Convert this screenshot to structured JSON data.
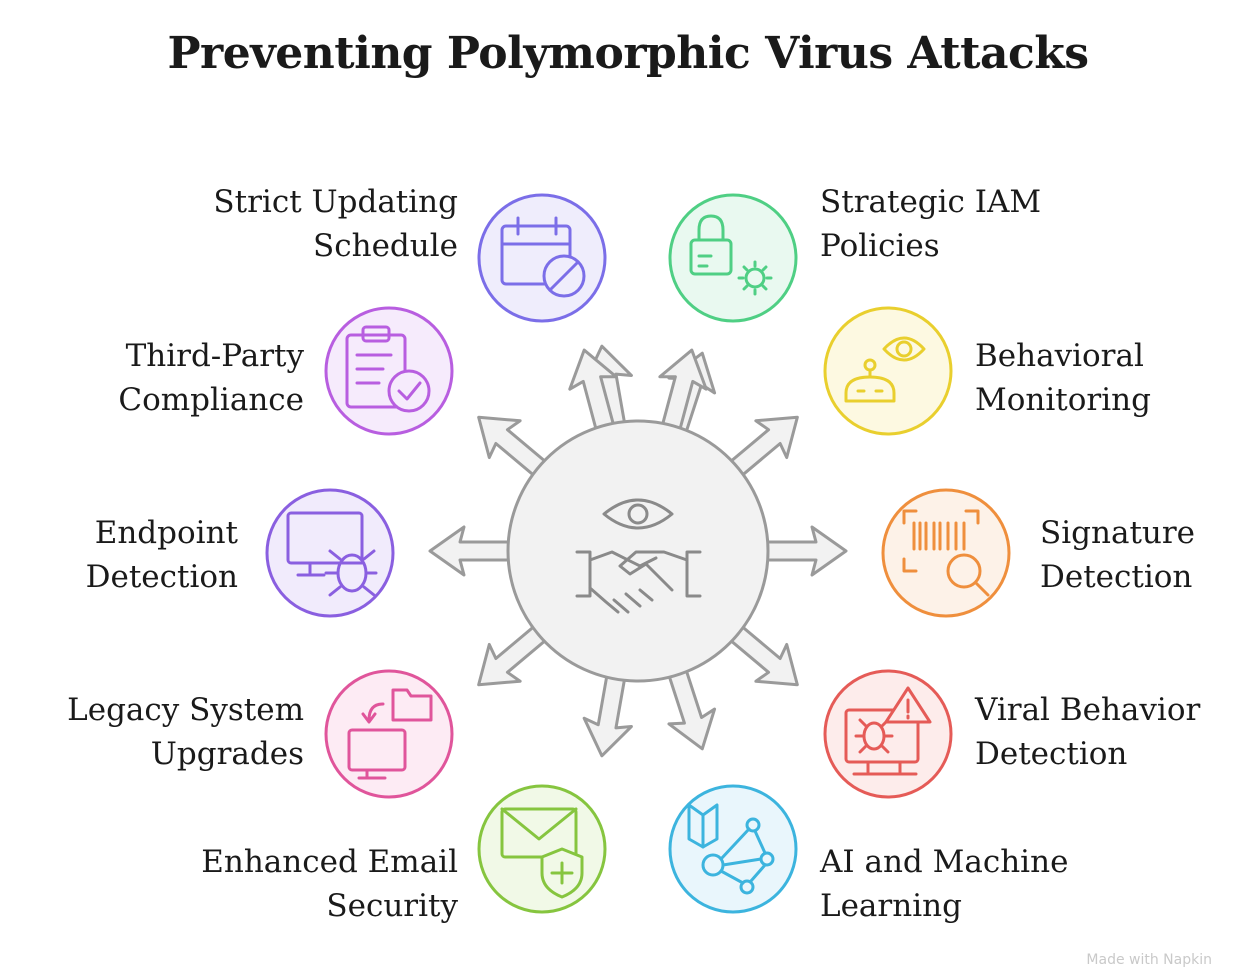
{
  "title": "Preventing Polymorphic Virus Attacks",
  "watermark": "Made with Napkin",
  "hub": {
    "fill": "#f2f2f2",
    "stroke": "#9a9a9a",
    "icons": [
      "eye-icon",
      "handshake-icon"
    ]
  },
  "items": [
    {
      "id": "strict-updating-schedule",
      "label": "Strict Updating\nSchedule",
      "color": "#7b6ee8",
      "fill": "#efedfc",
      "icon": "calendar-blocked-icon",
      "side": "left"
    },
    {
      "id": "third-party-compliance",
      "label": "Third-Party\nCompliance",
      "color": "#b85ee0",
      "fill": "#f6ebfc",
      "icon": "clipboard-check-icon",
      "side": "left"
    },
    {
      "id": "endpoint-detection",
      "label": "Endpoint\nDetection",
      "color": "#8a5fe0",
      "fill": "#f1ebfc",
      "icon": "monitor-bug-icon",
      "side": "left"
    },
    {
      "id": "legacy-system-upgrades",
      "label": "Legacy System\nUpgrades",
      "color": "#e0559b",
      "fill": "#fdebf4",
      "icon": "monitor-folder-icon",
      "side": "left"
    },
    {
      "id": "enhanced-email-security",
      "label": "Enhanced Email\nSecurity",
      "color": "#86c53f",
      "fill": "#f1f9e7",
      "icon": "mail-shield-icon",
      "side": "left"
    },
    {
      "id": "strategic-iam-policies",
      "label": "Strategic IAM\nPolicies",
      "color": "#4fcf84",
      "fill": "#e9f9f0",
      "icon": "lock-gear-icon",
      "side": "right"
    },
    {
      "id": "behavioral-monitoring",
      "label": "Behavioral\nMonitoring",
      "color": "#e9cf2e",
      "fill": "#fdf9e1",
      "icon": "robot-eye-icon",
      "side": "right"
    },
    {
      "id": "signature-detection",
      "label": "Signature\nDetection",
      "color": "#ef8f3d",
      "fill": "#fdf2e8",
      "icon": "barcode-search-icon",
      "side": "right"
    },
    {
      "id": "viral-behavior-detection",
      "label": "Viral Behavior\nDetection",
      "color": "#e55b57",
      "fill": "#fdeceb",
      "icon": "monitor-bug-warning-icon",
      "side": "right"
    },
    {
      "id": "ai-and-machine-learning",
      "label": "AI and Machine\nLearning",
      "color": "#3cb4de",
      "fill": "#e9f6fc",
      "icon": "book-network-icon",
      "side": "right"
    }
  ]
}
